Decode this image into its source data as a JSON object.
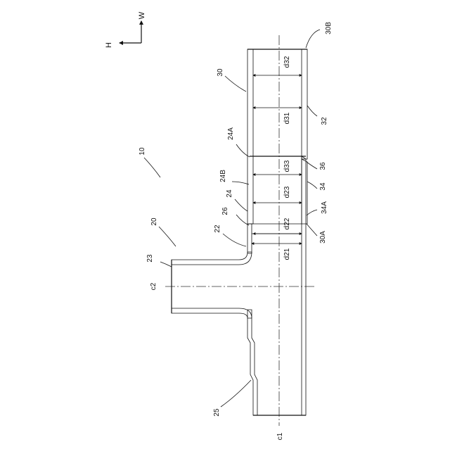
{
  "orientation": {
    "h_label": "H",
    "w_label": "W"
  },
  "labels": {
    "ref_10": "10",
    "ref_20": "20",
    "ref_22": "22",
    "ref_23": "23",
    "ref_24": "24",
    "ref_24a": "24A",
    "ref_24b": "24B",
    "ref_25": "25",
    "ref_26": "26",
    "ref_30": "30",
    "ref_30a": "30A",
    "ref_30b": "30B",
    "ref_32": "32",
    "ref_34": "34",
    "ref_34a": "34A",
    "ref_36": "36",
    "axis_c1": "c1",
    "axis_c2": "c2"
  },
  "dimensions": {
    "d21": "d21",
    "d22": "d22",
    "d23": "d23",
    "d31": "d31",
    "d32": "d32",
    "d33": "d33"
  }
}
